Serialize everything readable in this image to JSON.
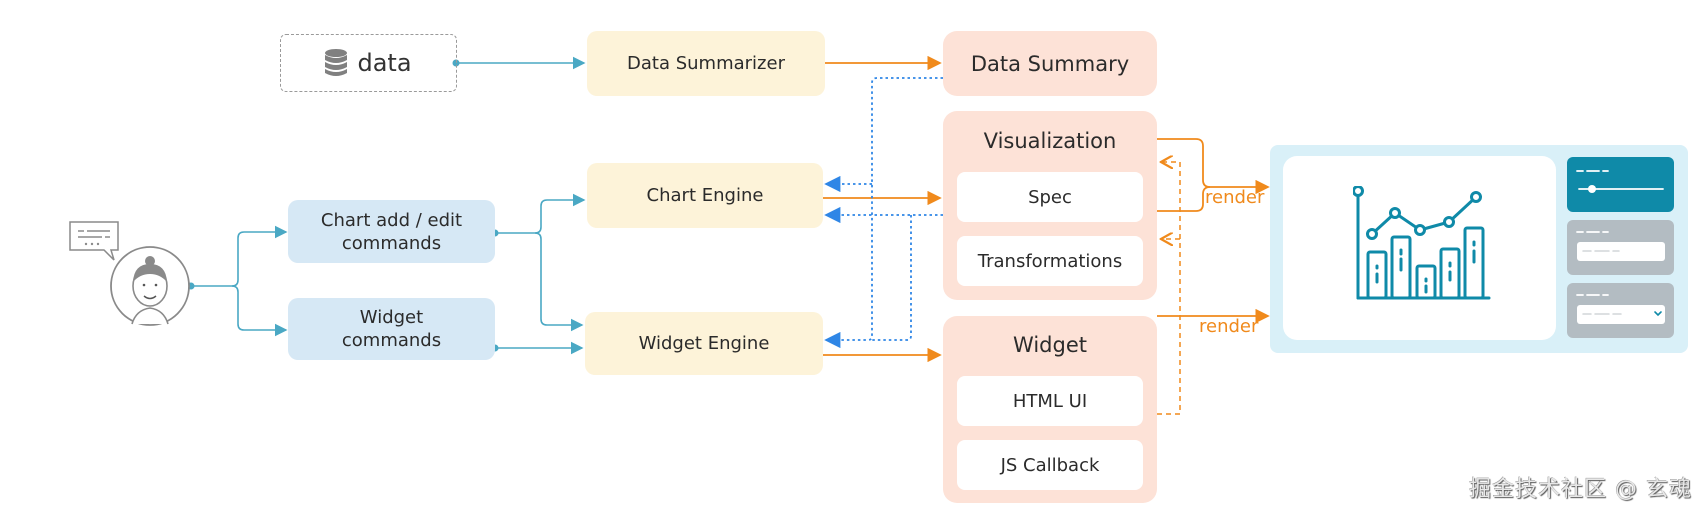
{
  "data_source": {
    "label": "data",
    "icon": "database-icon"
  },
  "user": {
    "icon": "user-avatar-icon",
    "speech_icon": "chat-bubble-icon"
  },
  "commands": {
    "chart": "Chart add / edit commands",
    "chart_line1": "Chart add / edit",
    "chart_line2": "commands",
    "widget_line1": "Widget",
    "widget_line2": "commands"
  },
  "engines": {
    "summarizer": "Data Summarizer",
    "chart": "Chart Engine",
    "widget": "Widget Engine"
  },
  "outputs": {
    "data_summary": "Data Summary",
    "visualization": {
      "title": "Visualization",
      "items": [
        "Spec",
        "Transformations"
      ]
    },
    "widget": {
      "title": "Widget",
      "items": [
        "HTML UI",
        "JS Callback"
      ]
    }
  },
  "edge_labels": {
    "render_chart": "render",
    "render_widget": "render"
  },
  "preview": {
    "chart_icon": "bar-line-chart-icon",
    "controls": [
      "slider-control",
      "text-input-control",
      "dropdown-control"
    ]
  },
  "watermark": "掘金技术社区 @ 玄魂",
  "colors": {
    "teal_line": "#4aa8c4",
    "orange_line": "#f08a1c",
    "blue_dotted": "#2f86e6",
    "yellow_box": "#fdf3d9",
    "blue_box": "#d6e8f5",
    "peach_box": "#fde2d7",
    "panel_bg": "#d9f0f8",
    "accent_teal": "#0f8aa8",
    "control_gray": "#b3bcc2"
  }
}
